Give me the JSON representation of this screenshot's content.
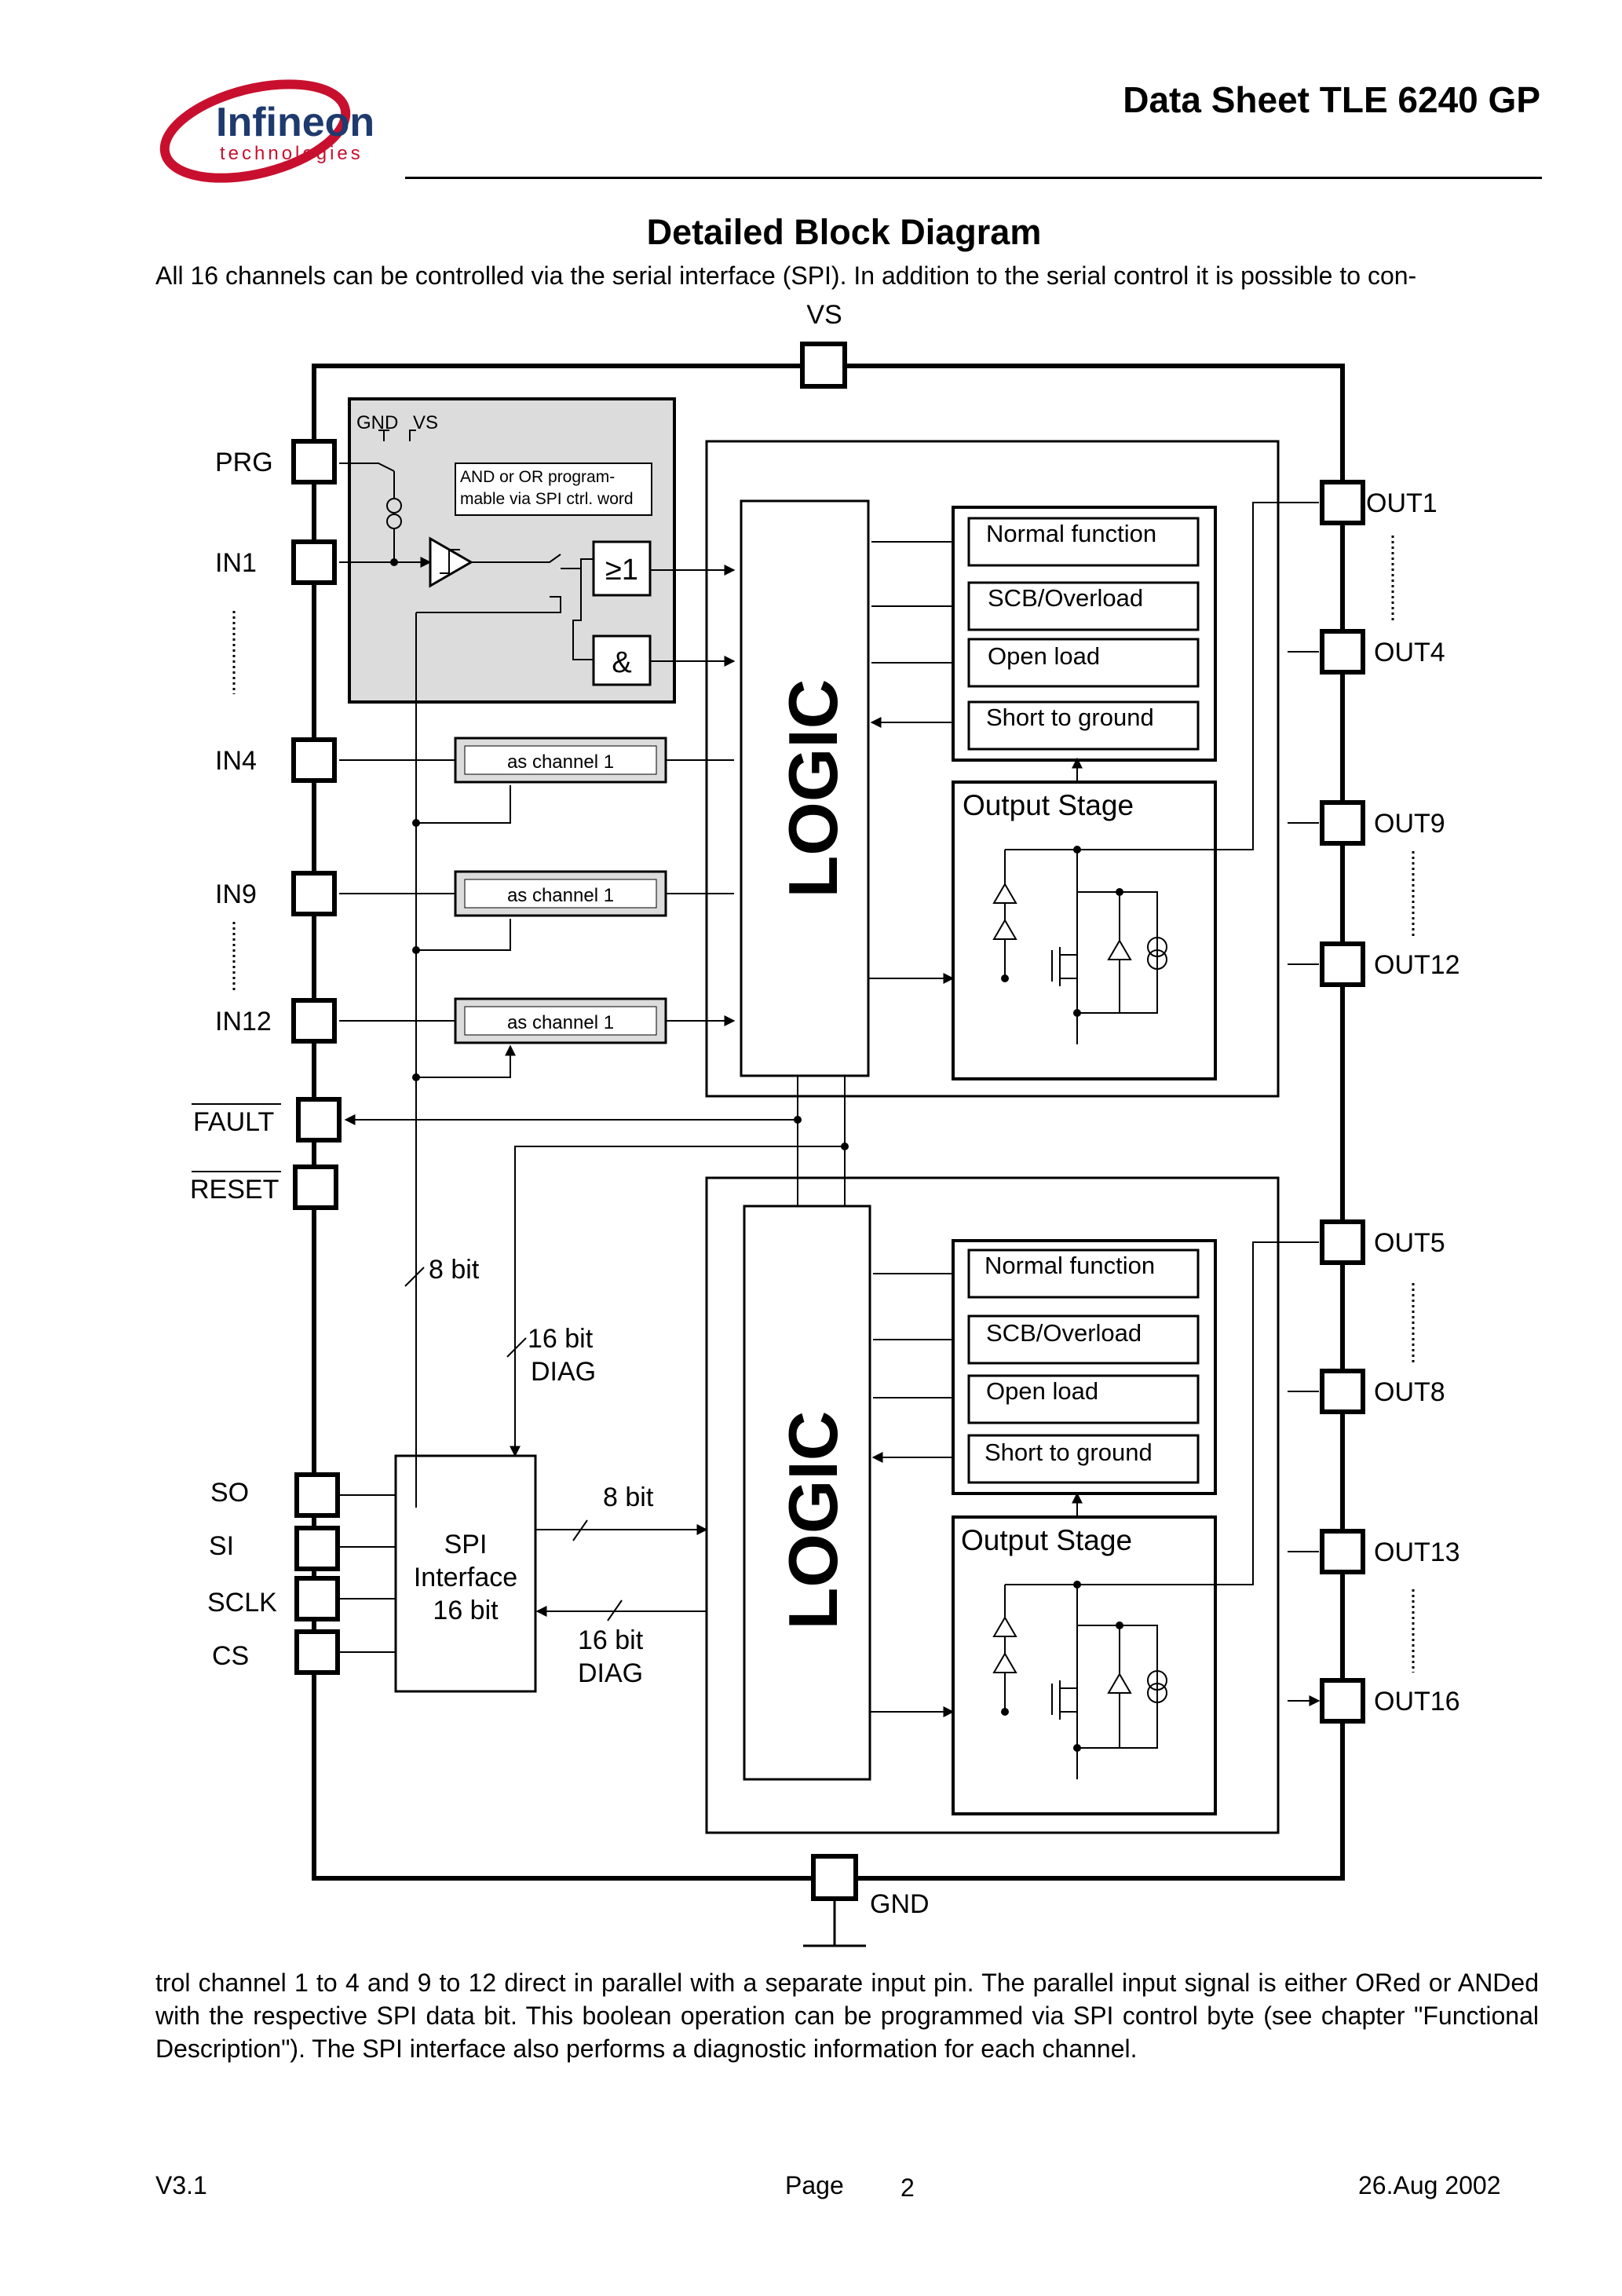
{
  "header": {
    "logo_name": "Infineon",
    "logo_sub": "technologies",
    "doc_title": "Data Sheet TLE 6240 GP"
  },
  "section_title": "Detailed Block Diagram",
  "intro_text": "All 16 channels can be controlled via the serial interface (SPI). In addition to the serial control it is possible to con-",
  "diagram": {
    "vs": "VS",
    "gnd": "GND",
    "pins_left": {
      "prg": "PRG",
      "in1": "IN1",
      "in4": "IN4",
      "in9": "IN9",
      "in12": "IN12",
      "fault": "FAULT",
      "reset": "RESET",
      "so": "SO",
      "si": "SI",
      "sclk": "SCLK",
      "cs": "CS"
    },
    "pins_right": {
      "out1": "OUT1",
      "out4": "OUT4",
      "out9": "OUT9",
      "out12": "OUT12",
      "out5": "OUT5",
      "out8": "OUT8",
      "out13": "OUT13",
      "out16": "OUT16"
    },
    "input_block": {
      "gnd": "GND",
      "vs": "VS",
      "note_line1": "AND or OR program-",
      "note_line2": "mable via SPI ctrl. word",
      "or_gate": "≥1",
      "and_gate": "&"
    },
    "as_channel": "as channel 1",
    "logic": "LOGIC",
    "functions": [
      "Normal function",
      "SCB/Overload",
      "Open load",
      "Short to ground"
    ],
    "output_stage": "Output Stage",
    "spi": {
      "line1": "SPI",
      "line2": "Interface",
      "line3": "16 bit"
    },
    "bus": {
      "bit8": "8 bit",
      "bit16": "16 bit",
      "diag": "DIAG"
    }
  },
  "body_text": "trol channel 1 to 4 and 9 to 12 direct in parallel with a separate input pin. The parallel input signal is either ORed or ANDed with the respective SPI data bit. This boolean operation can be programmed via SPI control byte (see chapter \"Functional Description\"). The SPI interface also performs a diagnostic information for each channel.",
  "footer": {
    "version": "V3.1",
    "page_label": "Page",
    "page_number": "2",
    "date": "26.Aug 2002"
  },
  "colors": {
    "logo_red": "#c8102e",
    "logo_navy": "#1e3a6e",
    "block_gray": "#dcdcdc"
  }
}
